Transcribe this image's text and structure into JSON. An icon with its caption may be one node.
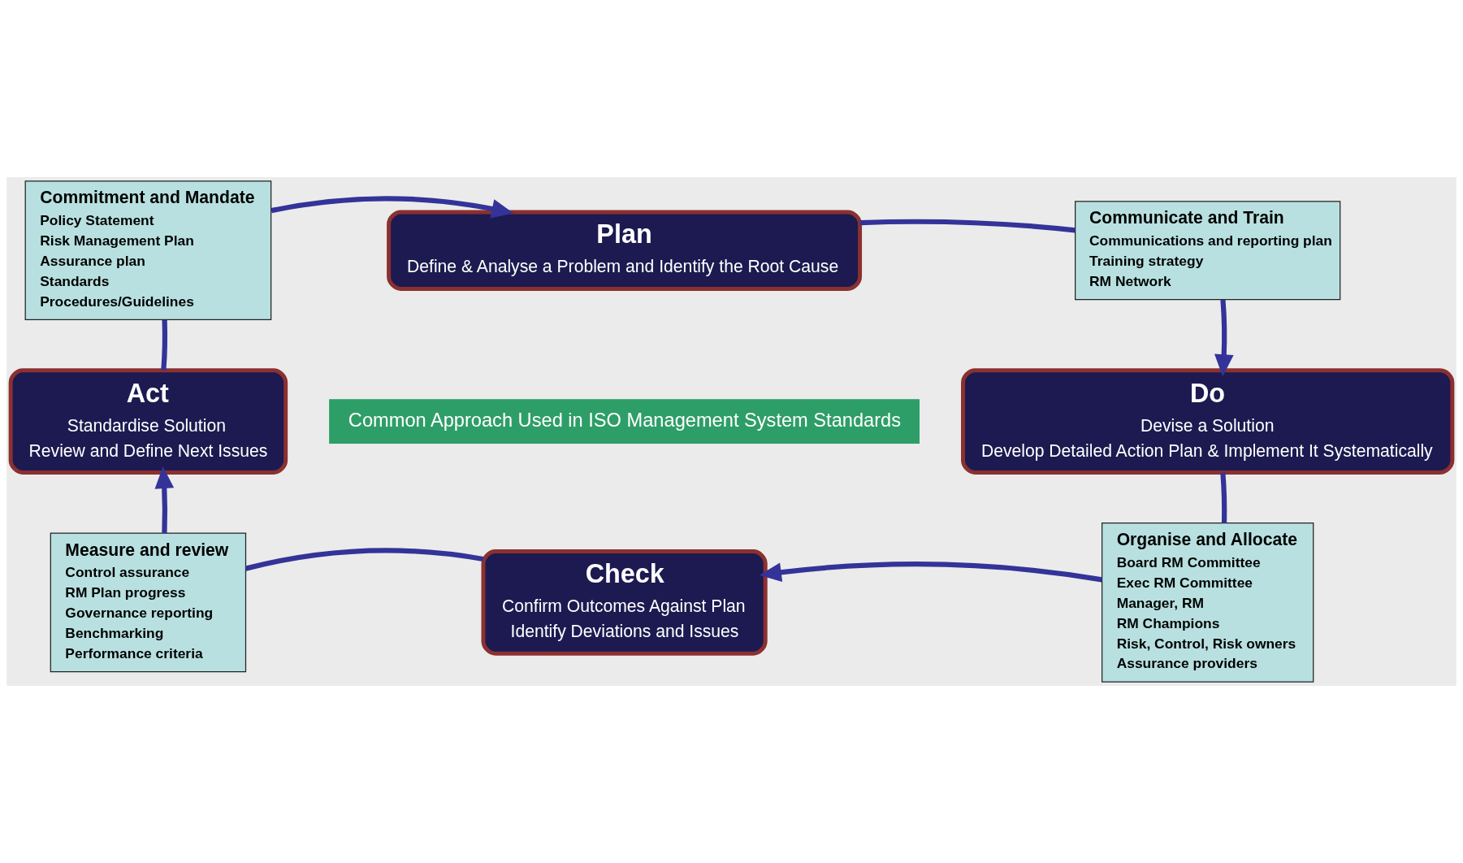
{
  "diagram": {
    "nodes": [
      {
        "text": [
          "Commitment and Mandate",
          "Policy Statement",
          "Risk Management Plan",
          "Assurance plan",
          "Standards",
          "Procedures/Guidelines"
        ]
      },
      {
        "text": [
          "Plan",
          "Define & Analyse a Problem and Identify the Root Cause"
        ]
      },
      {
        "text": [
          "Communicate and Train",
          "Communications and reporting plan",
          "Training strategy",
          "RM Network"
        ]
      },
      {
        "text": [
          "Act",
          "Standardise Solution",
          "Review and Define Next Issues"
        ]
      },
      {
        "text": [
          "Common Approach Used in ISO Management System Standards"
        ]
      },
      {
        "text": [
          "Do",
          "Devise a Solution",
          "Develop Detailed Action Plan & Implement It Systematically"
        ]
      },
      {
        "text": [
          "Measure and review",
          "Control assurance",
          "RM Plan progress",
          "Governance reporting",
          "Benchmarking",
          "Performance criteria"
        ]
      },
      {
        "text": [
          "Check",
          "Confirm Outcomes Against Plan",
          "Identify Deviations and Issues"
        ]
      },
      {
        "text": [
          "Organise and Allocate",
          "Board RM Committee",
          "Exec RM Committee",
          "Manager, RM",
          "RM Champions",
          "Risk, Control, Risk owners",
          "Assurance providers"
        ]
      }
    ],
    "edges": [
      {
        "from": 3,
        "to": 0,
        "arrow": "none"
      },
      {
        "from": 0,
        "to": 1,
        "arrow": "to"
      },
      {
        "from": 1,
        "to": 2,
        "arrow": "none"
      },
      {
        "from": 2,
        "to": 5,
        "arrow": "to"
      },
      {
        "from": 5,
        "to": 8,
        "arrow": "none"
      },
      {
        "from": 8,
        "to": 7,
        "arrow": "to"
      },
      {
        "from": 7,
        "to": 6,
        "arrow": "none"
      },
      {
        "from": 6,
        "to": 3,
        "arrow": "to"
      }
    ]
  }
}
